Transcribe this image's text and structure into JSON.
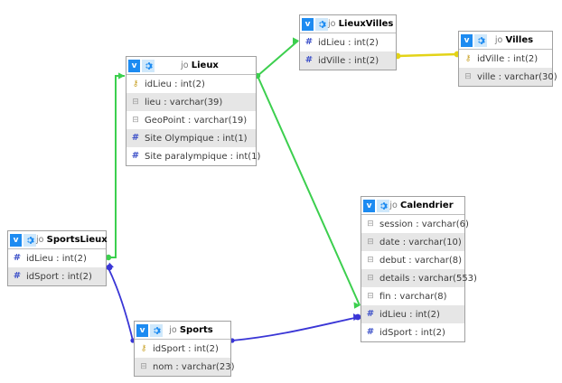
{
  "diagram": {
    "title": "Database ER Diagram",
    "canvas_background": "#ffffff",
    "icons": {
      "view_badge": "v-badge-icon",
      "settings": "gear-icon",
      "primary_key": "key-icon",
      "column": "column-icon",
      "numeric": "hash-icon"
    }
  },
  "tables": [
    {
      "id": "lieux",
      "schema": "jo",
      "name": "Lieux",
      "fields": [
        {
          "icon": "pk",
          "text": "idLieu : int(2)"
        },
        {
          "icon": "col",
          "text": "lieu : varchar(39)"
        },
        {
          "icon": "col",
          "text": "GeoPoint : varchar(19)"
        },
        {
          "icon": "num",
          "text": "Site Olympique : int(1)"
        },
        {
          "icon": "num",
          "text": "Site paralympique : int(1)"
        }
      ]
    },
    {
      "id": "lieuxvilles",
      "schema": "jo",
      "name": "LieuxVilles",
      "fields": [
        {
          "icon": "num",
          "text": "idLieu : int(2)"
        },
        {
          "icon": "num",
          "text": "idVille : int(2)"
        }
      ]
    },
    {
      "id": "villes",
      "schema": "jo",
      "name": "Villes",
      "fields": [
        {
          "icon": "pk",
          "text": "idVille : int(2)"
        },
        {
          "icon": "col",
          "text": "ville : varchar(30)"
        }
      ]
    },
    {
      "id": "calendrier",
      "schema": "jo",
      "name": "Calendrier",
      "fields": [
        {
          "icon": "col",
          "text": "session : varchar(6)"
        },
        {
          "icon": "col",
          "text": "date : varchar(10)"
        },
        {
          "icon": "col",
          "text": "debut : varchar(8)"
        },
        {
          "icon": "col",
          "text": "details : varchar(553)"
        },
        {
          "icon": "col",
          "text": "fin : varchar(8)"
        },
        {
          "icon": "num",
          "text": "idLieu : int(2)"
        },
        {
          "icon": "num",
          "text": "idSport : int(2)"
        }
      ]
    },
    {
      "id": "sportslieux",
      "schema": "jo",
      "name": "SportsLieux",
      "fields": [
        {
          "icon": "num",
          "text": "idLieu : int(2)"
        },
        {
          "icon": "num",
          "text": "idSport : int(2)"
        }
      ]
    },
    {
      "id": "sports",
      "schema": "jo",
      "name": "Sports",
      "fields": [
        {
          "icon": "pk",
          "text": "idSport : int(2)"
        },
        {
          "icon": "col",
          "text": "nom : varchar(23)"
        }
      ]
    }
  ],
  "relationships": [
    {
      "id": "rel-lieux-lieuxvilles",
      "from": "Lieux.idLieu",
      "to": "LieuxVilles.idLieu",
      "color": "#3ccf4e"
    },
    {
      "id": "rel-lieuxvilles-villes",
      "from": "LieuxVilles.idVille",
      "to": "Villes.idVille",
      "color": "#e3d317"
    },
    {
      "id": "rel-lieux-calendrier",
      "from": "Lieux.idLieu",
      "to": "Calendrier.idLieu",
      "color": "#3ccf4e"
    },
    {
      "id": "rel-sportslieux-lieux",
      "from": "SportsLieux.idLieu",
      "to": "Lieux.idLieu",
      "color": "#3ccf4e"
    },
    {
      "id": "rel-sportslieux-sports",
      "from": "SportsLieux.idSport",
      "to": "Sports.idSport",
      "color": "#3a36d6"
    },
    {
      "id": "rel-sports-calendrier",
      "from": "Sports.idSport",
      "to": "Calendrier.idSport",
      "color": "#3a36d6"
    }
  ],
  "glyphs": {
    "v": "v",
    "pk": "⚷",
    "col": "⊟",
    "num": "#"
  }
}
